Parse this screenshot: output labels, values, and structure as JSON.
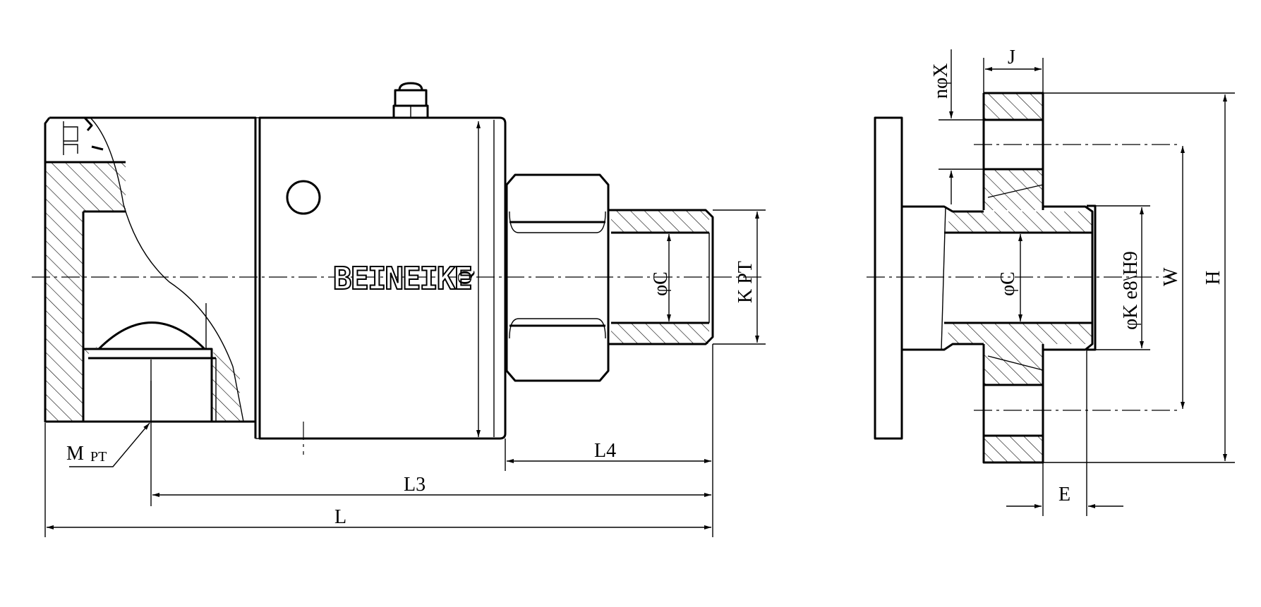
{
  "brand": "BEINEIKE",
  "labels": {
    "q": "Q",
    "phi_c_left": "φC",
    "k_pt": "K PT",
    "l4": "L4",
    "l3": "L3",
    "l": "L",
    "m": "M",
    "pt_small": "PT",
    "n_phi_x": "nφX",
    "j": "J",
    "phi_c_right": "φC",
    "phi_k": "φK e8\\H9",
    "w": "W",
    "h": "H",
    "e": "E"
  }
}
